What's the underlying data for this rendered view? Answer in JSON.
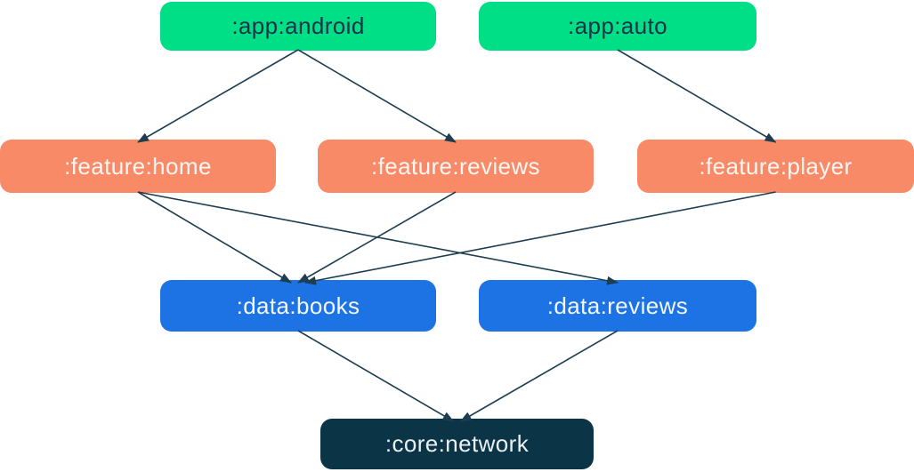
{
  "diagram": {
    "background_color": "#ffffff",
    "arrow_color": "#1d3d51",
    "group_colors": {
      "app": "#00df86",
      "feature": "#f98a68",
      "data": "#1d73e4",
      "core": "#0c3447"
    },
    "nodes": [
      {
        "id": "app-android",
        "label": ":app:android",
        "group": "app",
        "fill": "#00df86",
        "text_color": "#16324b"
      },
      {
        "id": "app-auto",
        "label": ":app:auto",
        "group": "app",
        "fill": "#00df86",
        "text_color": "#16324b"
      },
      {
        "id": "feature-home",
        "label": ":feature:home",
        "group": "feature",
        "fill": "#f98a68",
        "text_color": "#fdf6f3"
      },
      {
        "id": "feature-reviews",
        "label": ":feature:reviews",
        "group": "feature",
        "fill": "#f98a68",
        "text_color": "#fdf6f3"
      },
      {
        "id": "feature-player",
        "label": ":feature:player",
        "group": "feature",
        "fill": "#f98a68",
        "text_color": "#fdf6f3"
      },
      {
        "id": "data-books",
        "label": ":data:books",
        "group": "data",
        "fill": "#1d73e4",
        "text_color": "#f4f8fd"
      },
      {
        "id": "data-reviews",
        "label": ":data:reviews",
        "group": "data",
        "fill": "#1d73e4",
        "text_color": "#f4f8fd"
      },
      {
        "id": "core-network",
        "label": ":core:network",
        "group": "core",
        "fill": "#0c3447",
        "text_color": "#e8f0f2"
      }
    ],
    "edges": [
      {
        "from": "app-android",
        "to": "feature-home"
      },
      {
        "from": "app-android",
        "to": "feature-reviews"
      },
      {
        "from": "app-auto",
        "to": "feature-player"
      },
      {
        "from": "feature-home",
        "to": "data-books"
      },
      {
        "from": "feature-home",
        "to": "data-reviews"
      },
      {
        "from": "feature-reviews",
        "to": "data-books"
      },
      {
        "from": "feature-player",
        "to": "data-books"
      },
      {
        "from": "data-books",
        "to": "core-network"
      },
      {
        "from": "data-reviews",
        "to": "core-network"
      }
    ]
  }
}
